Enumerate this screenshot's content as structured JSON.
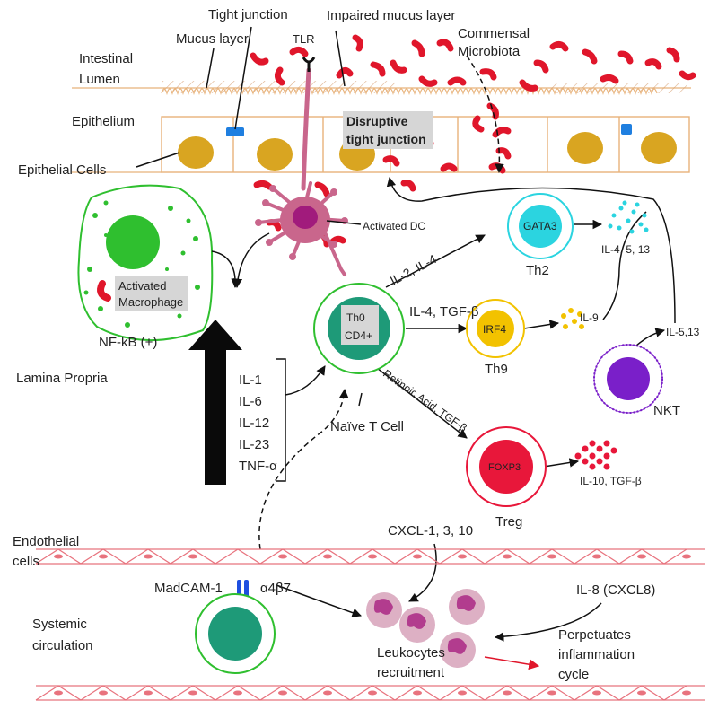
{
  "labels": {
    "tight_junction": "Tight junction",
    "mucus_layer": "Mucus layer",
    "tlr": "TLR",
    "impaired_mucus": "Impaired mucus layer",
    "commensal_1": "Commensal",
    "commensal_2": "Microbiota",
    "lumen_1": "Intestinal",
    "lumen_2": "Lumen",
    "epithelium": "Epithelium",
    "disruptive_1": "Disruptive",
    "disruptive_2": "tight junction",
    "epithelial_cells": "Epithelial Cells",
    "activated_dc": "Activated DC",
    "activated_1": "Activated",
    "activated_2": "Macrophage",
    "nfkb": "NF-kB (+)",
    "lamina_propria": "Lamina Propria",
    "il2_il4": "IL-2, IL-4",
    "gata3": "GATA3",
    "th2": "Th2",
    "th2_cytokines": "IL-4, 5, 13",
    "th0": "Th0",
    "cd4": "CD4+",
    "il4_tgfb": "IL-4, TGF-β",
    "irf4": "IRF4",
    "th9": "Th9",
    "il9": "IL-9",
    "il513": "IL-5,13",
    "nkt": "NKT",
    "naive_t": "Naïve T Cell",
    "retinoic": "Retinoic Acid, TGF-β",
    "foxp3": "FOXP3",
    "treg": "Treg",
    "treg_cytokines": "IL-10, TGF-β",
    "cytokines": [
      "IL-1",
      "IL-6",
      "IL-12",
      "IL-23",
      "TNF-α"
    ],
    "endothelial_1": "Endothelial",
    "endothelial_2": "cells",
    "cxcl": "CXCL-1, 3, 10",
    "madcam": "MadCAM-1",
    "a4b7": "α4β7",
    "il8": "IL-8 (CXCL8)",
    "systemic_1": "Systemic",
    "systemic_2": "circulation",
    "leuko_1": "Leukocytes",
    "leuko_2": "recruitment",
    "perpetuates_1": "Perpetuates",
    "perpetuates_2": "inflammation",
    "perpetuates_3": "cycle"
  },
  "colors": {
    "epithelium_outline": "#e8b27a",
    "nucleus_gold": "#d9a521",
    "bacteria_red": "#e0162b",
    "dc_pink": "#c9668c",
    "dc_nucleus": "#a11b7c",
    "macrophage_green": "#2fbf2f",
    "tcell_teal": "#1e9a78",
    "th2_cyan": "#2bd4e0",
    "th9_yellow": "#f2c200",
    "nkt_purple": "#7a1fc9",
    "treg_red": "#e8173a",
    "endothelium_red": "#e8737e",
    "leukocyte_purple": "#b23c8e",
    "tight_junction_blue": "#1f7fe0"
  }
}
